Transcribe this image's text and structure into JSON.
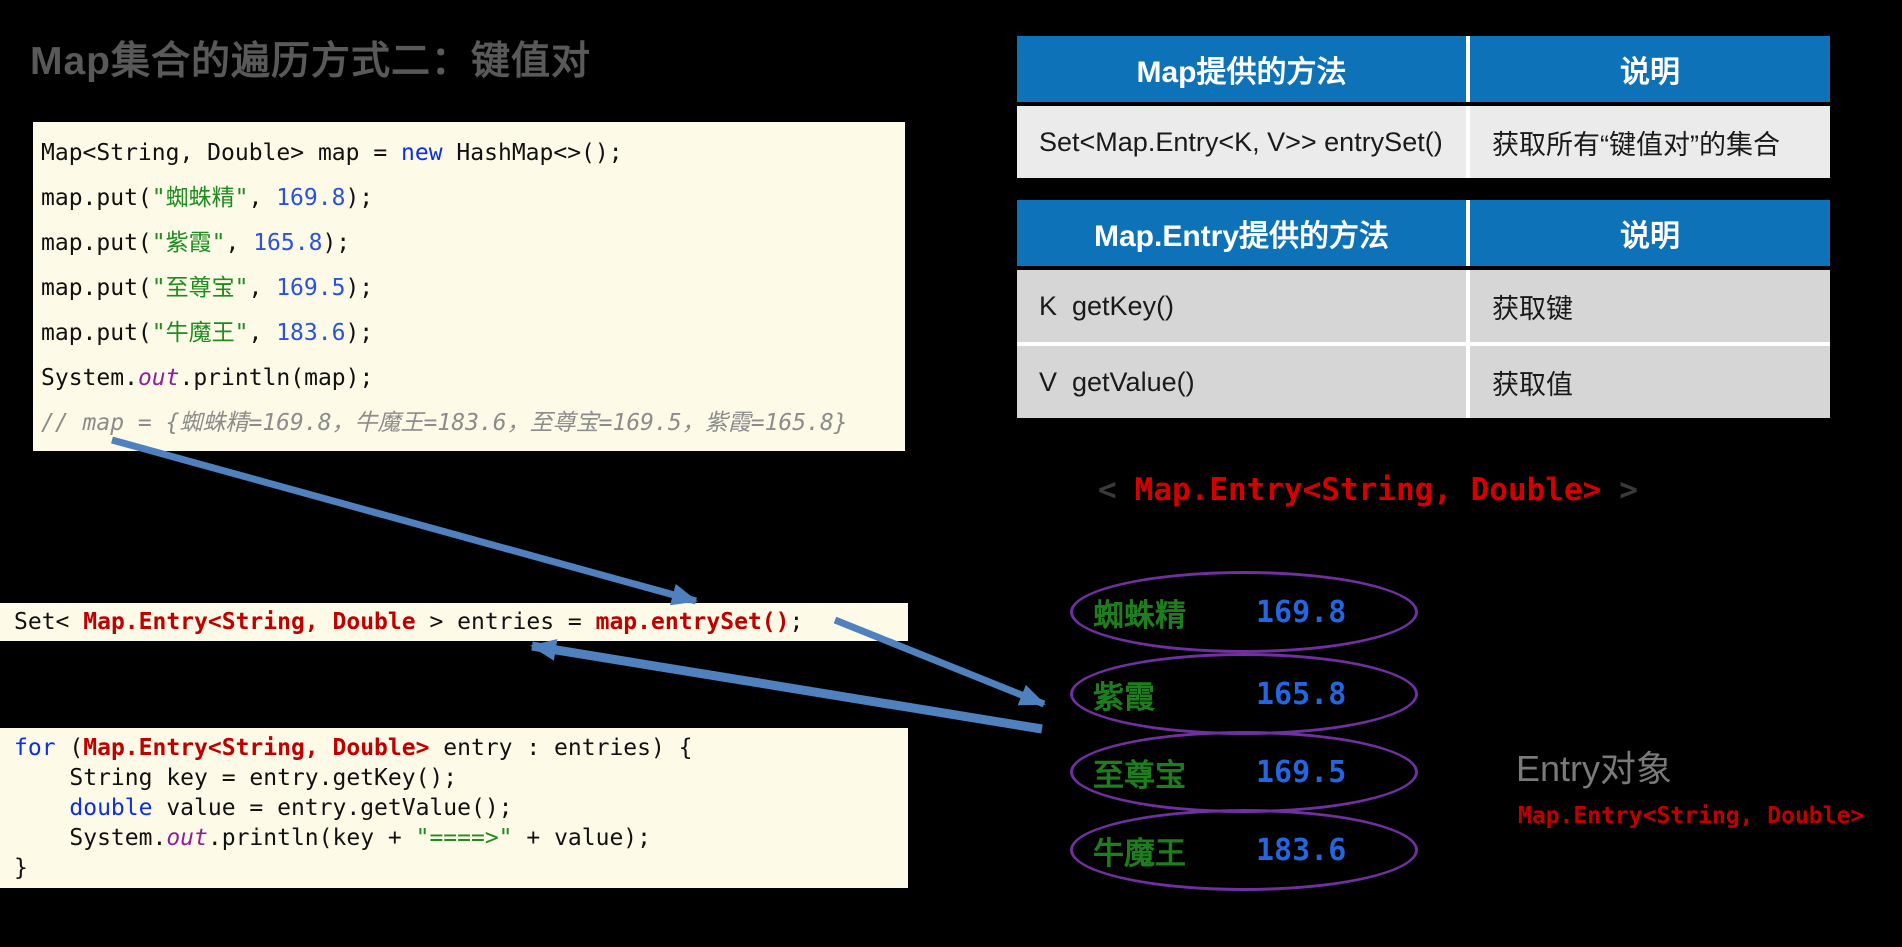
{
  "title": "Map集合的遍历方式二：键值对",
  "colors": {
    "background": "#000000",
    "title_gray": "#595959",
    "code_background": "#FDFAE7",
    "table_header_blue": "#0D72B8",
    "table_row_gray_light": "#EBEBEB",
    "table_row_gray": "#D6D6D6",
    "code_red": "#C00000",
    "keyword_blue": "#0B2EE8",
    "string_green": "#1F8C1F",
    "ellipse_purple": "#7030A0",
    "entry_key_green": "#1E7E1E",
    "entry_value_blue": "#2465E0",
    "arrow_blue": "#4E81BD"
  },
  "code_block1": {
    "lines": [
      [
        {
          "t": "Map<String, Double> map = ",
          "c": "p"
        },
        {
          "t": "new",
          "c": "kw"
        },
        {
          "t": " HashMap<>();",
          "c": "p"
        }
      ],
      [
        {
          "t": "map.put(",
          "c": "p"
        },
        {
          "t": "\"蜘蛛精\"",
          "c": "str"
        },
        {
          "t": ", ",
          "c": "p"
        },
        {
          "t": "169.8",
          "c": "num"
        },
        {
          "t": ");",
          "c": "p"
        }
      ],
      [
        {
          "t": "map.put(",
          "c": "p"
        },
        {
          "t": "\"紫霞\"",
          "c": "str"
        },
        {
          "t": ", ",
          "c": "p"
        },
        {
          "t": "165.8",
          "c": "num"
        },
        {
          "t": ");",
          "c": "p"
        }
      ],
      [
        {
          "t": "map.put(",
          "c": "p"
        },
        {
          "t": "\"至尊宝\"",
          "c": "str"
        },
        {
          "t": ", ",
          "c": "p"
        },
        {
          "t": "169.5",
          "c": "num"
        },
        {
          "t": ");",
          "c": "p"
        }
      ],
      [
        {
          "t": "map.put(",
          "c": "p"
        },
        {
          "t": "\"牛魔王\"",
          "c": "str"
        },
        {
          "t": ", ",
          "c": "p"
        },
        {
          "t": "183.6",
          "c": "num"
        },
        {
          "t": ");",
          "c": "p"
        }
      ],
      [
        {
          "t": "System.",
          "c": "p"
        },
        {
          "t": "out",
          "c": "out"
        },
        {
          "t": ".println(map);",
          "c": "p"
        }
      ],
      [
        {
          "t": "// map = {蜘蛛精=169.8，牛魔王=183.6，至尊宝=169.5，紫霞=165.8}",
          "c": "cmt"
        }
      ]
    ]
  },
  "code_block2": {
    "lines": [
      [
        {
          "t": "Set< ",
          "c": "p"
        },
        {
          "t": "Map.Entry<String, Double",
          "c": "red"
        },
        {
          "t": " > entries = ",
          "c": "p"
        },
        {
          "t": "map.entrySet()",
          "c": "red"
        },
        {
          "t": ";",
          "c": "p"
        }
      ]
    ]
  },
  "code_block3": {
    "lines": [
      [
        {
          "t": "for",
          "c": "kw"
        },
        {
          "t": " (",
          "c": "p"
        },
        {
          "t": "Map.Entry<String, Double>",
          "c": "red"
        },
        {
          "t": " entry : entries) {",
          "c": "p"
        }
      ],
      [
        {
          "t": "    String key = entry.getKey();",
          "c": "p"
        }
      ],
      [
        {
          "t": "    ",
          "c": "p"
        },
        {
          "t": "double",
          "c": "kw"
        },
        {
          "t": " value = entry.getValue();",
          "c": "p"
        }
      ],
      [
        {
          "t": "    System.",
          "c": "p"
        },
        {
          "t": "out",
          "c": "out"
        },
        {
          "t": ".println(key + ",
          "c": "p"
        },
        {
          "t": "\"====>\"",
          "c": "str"
        },
        {
          "t": " + value);",
          "c": "p"
        }
      ],
      [
        {
          "t": "}",
          "c": "p"
        }
      ]
    ]
  },
  "tables": [
    {
      "headers": [
        "Map提供的方法",
        "说明"
      ],
      "rows": [
        [
          "Set<Map.Entry<K, V>> entrySet()",
          "获取所有“键值对”的集合"
        ]
      ]
    },
    {
      "headers": [
        "Map.Entry提供的方法",
        "说明"
      ],
      "rows": [
        [
          "K  getKey()",
          "获取键"
        ],
        [
          "V  getValue()",
          "获取值"
        ]
      ]
    }
  ],
  "entry_heading": {
    "left_bracket": "<",
    "text": "Map.Entry<String, Double>",
    "right_bracket": ">"
  },
  "entries": [
    {
      "key": "蜘蛛精",
      "value": "169.8"
    },
    {
      "key": "紫霞",
      "value": "165.8"
    },
    {
      "key": "至尊宝",
      "value": "169.5"
    },
    {
      "key": "牛魔王",
      "value": "183.6"
    }
  ],
  "entry_label": {
    "title": "Entry对象",
    "subtitle": "Map.Entry<String, Double>"
  }
}
